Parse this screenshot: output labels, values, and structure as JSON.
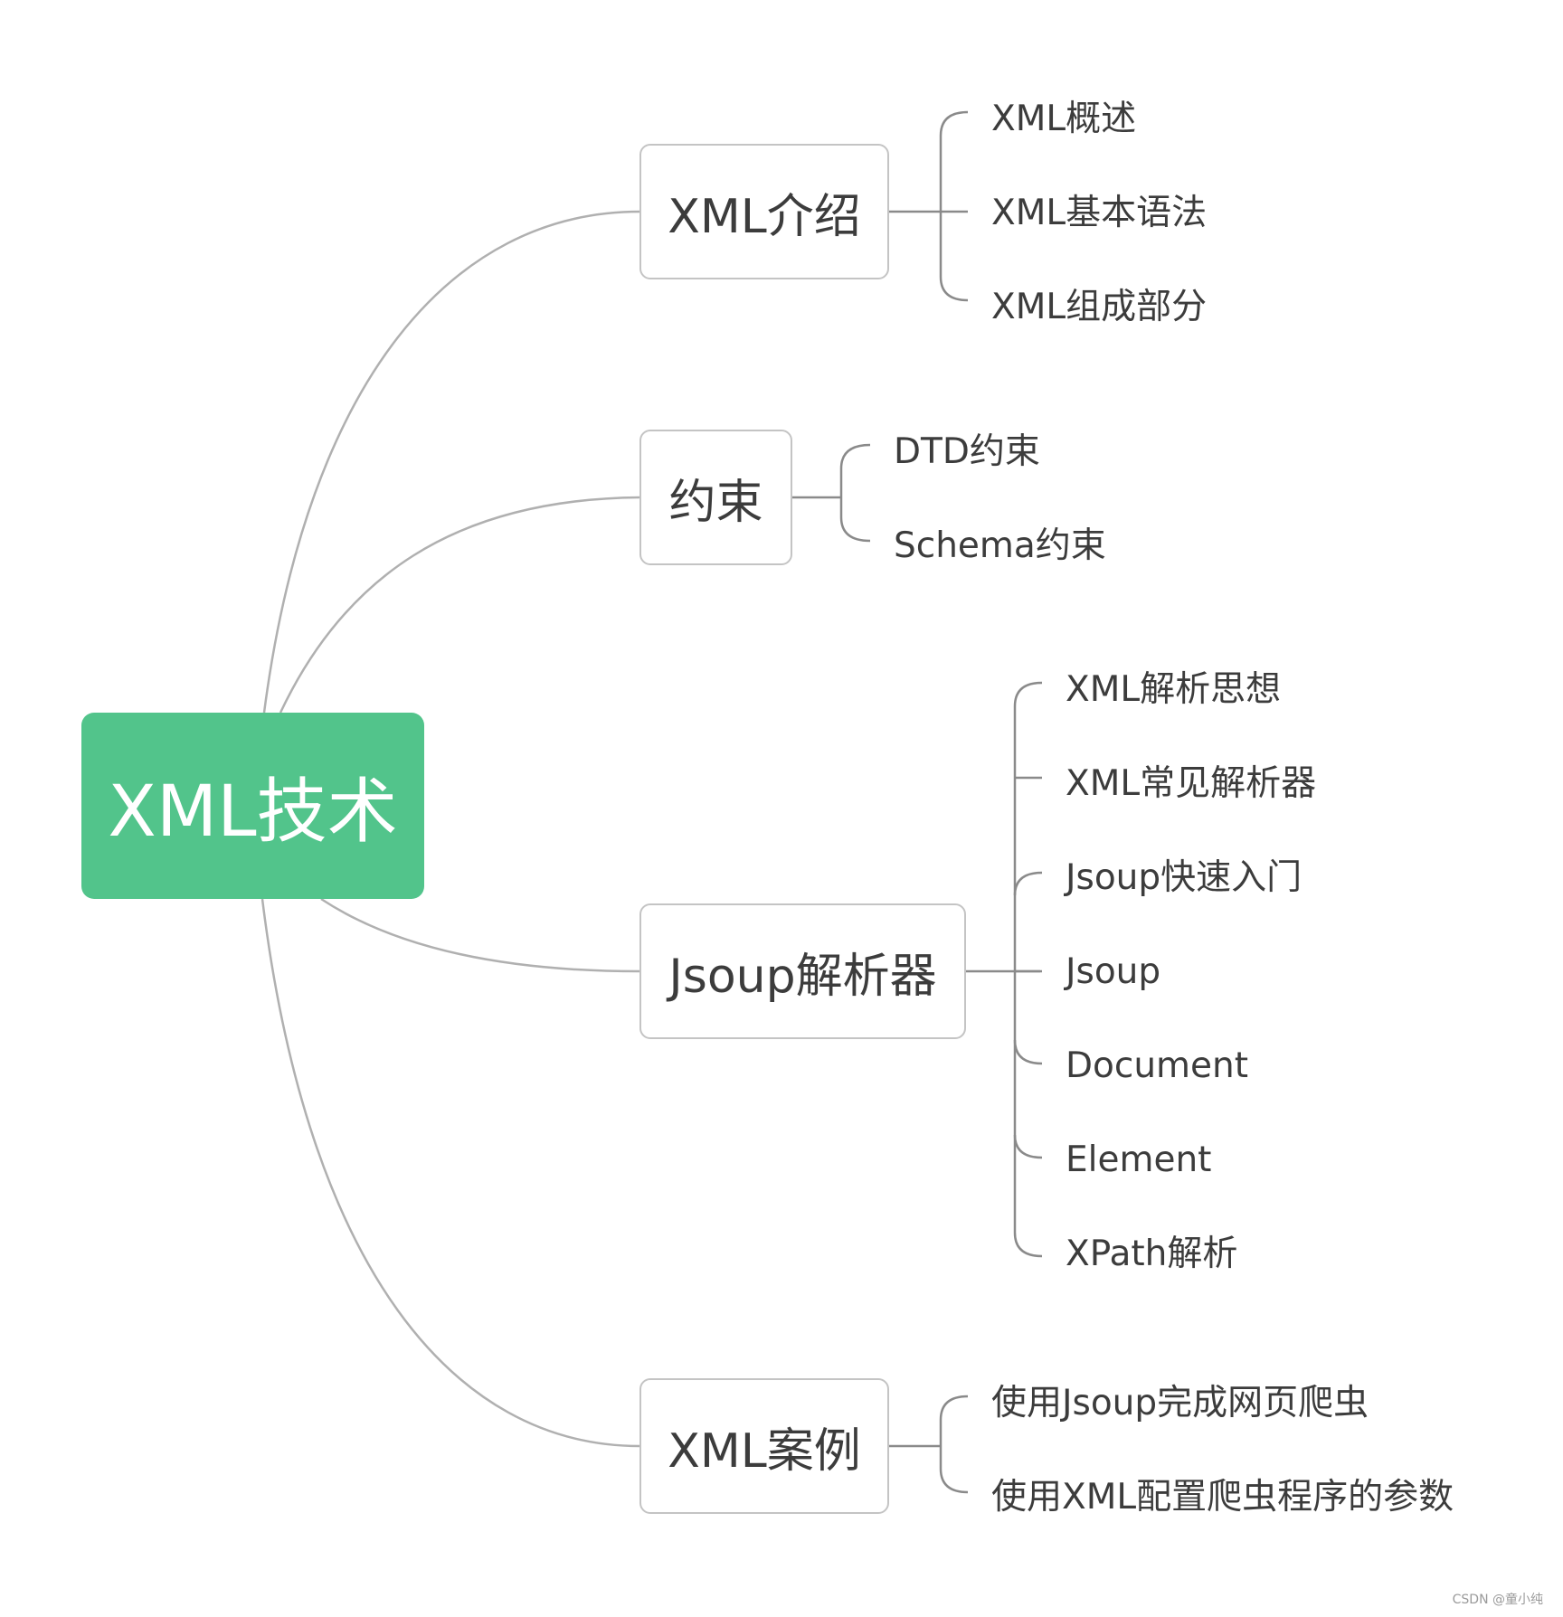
{
  "root": {
    "label": "XML技术",
    "color": "#52c48b"
  },
  "branches": [
    {
      "label": "XML介绍",
      "children": [
        "XML概述",
        "XML基本语法",
        "XML组成部分"
      ]
    },
    {
      "label": "约束",
      "children": [
        "DTD约束",
        "Schema约束"
      ]
    },
    {
      "label": "Jsoup解析器",
      "children": [
        "XML解析思想",
        "XML常见解析器",
        "Jsoup快速入门",
        "Jsoup",
        "Document",
        "Element",
        "XPath解析"
      ]
    },
    {
      "label": "XML案例",
      "children": [
        "使用Jsoup完成网页爬虫",
        "使用XML配置爬虫程序的参数"
      ]
    }
  ],
  "watermark": "CSDN @童小纯"
}
